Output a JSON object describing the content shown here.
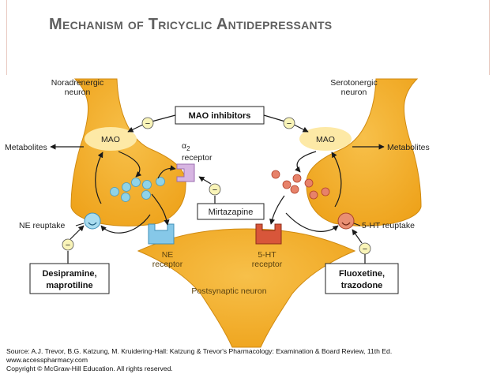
{
  "slide": {
    "title": "Mechanism of Tricyclic Antidepressants"
  },
  "diagram": {
    "left_neuron": {
      "line1": "Noradrenergic",
      "line2": "neuron"
    },
    "right_neuron": {
      "line1": "Serotonergic",
      "line2": "neuron"
    },
    "left_mao": "MAO",
    "right_mao": "MAO",
    "left_metabolites": "Metabolites",
    "right_metabolites": "Metabolites",
    "mao_inhibitors": "MAO inhibitors",
    "alpha2": {
      "symbol": "α",
      "subscript": "2",
      "line2": "receptor"
    },
    "mirtazapine": "Mirtazapine",
    "ne_reuptake": "NE reuptake",
    "ht_reuptake": "5-HT reuptake",
    "ne_receptor": {
      "line1": "NE",
      "line2": "receptor"
    },
    "ht_receptor": {
      "line1": "5-HT",
      "line2": "receptor"
    },
    "postsynaptic": "Postsynaptic neuron",
    "left_drugs": {
      "line1": "Desipramine,",
      "line2": "maprotiline"
    },
    "right_drugs": {
      "line1": "Fluoxetine,",
      "line2": "trazodone"
    },
    "inhibit_symbol": "−",
    "colors": {
      "neuron_orange": "#f2a91e",
      "mao_yellow": "#fde9a6",
      "ne_vesicle": "#8fd3e8",
      "ht_vesicle": "#e26a4c",
      "ne_receptor": "#86c8e8",
      "ht_receptor": "#d8563a",
      "alpha2_receptor": "#d7b5e2",
      "inhibit_circle": "#f9f4b8"
    }
  },
  "footer": {
    "line1": "Source: A.J. Trevor, B.G. Katzung, M. Kruidering-Hall: Katzung & Trevor's Pharmacology: Examination & Board Review, 11th Ed.",
    "line2": "www.accesspharmacy.com",
    "line3": "Copyright © McGraw-Hill Education.  All rights reserved."
  }
}
